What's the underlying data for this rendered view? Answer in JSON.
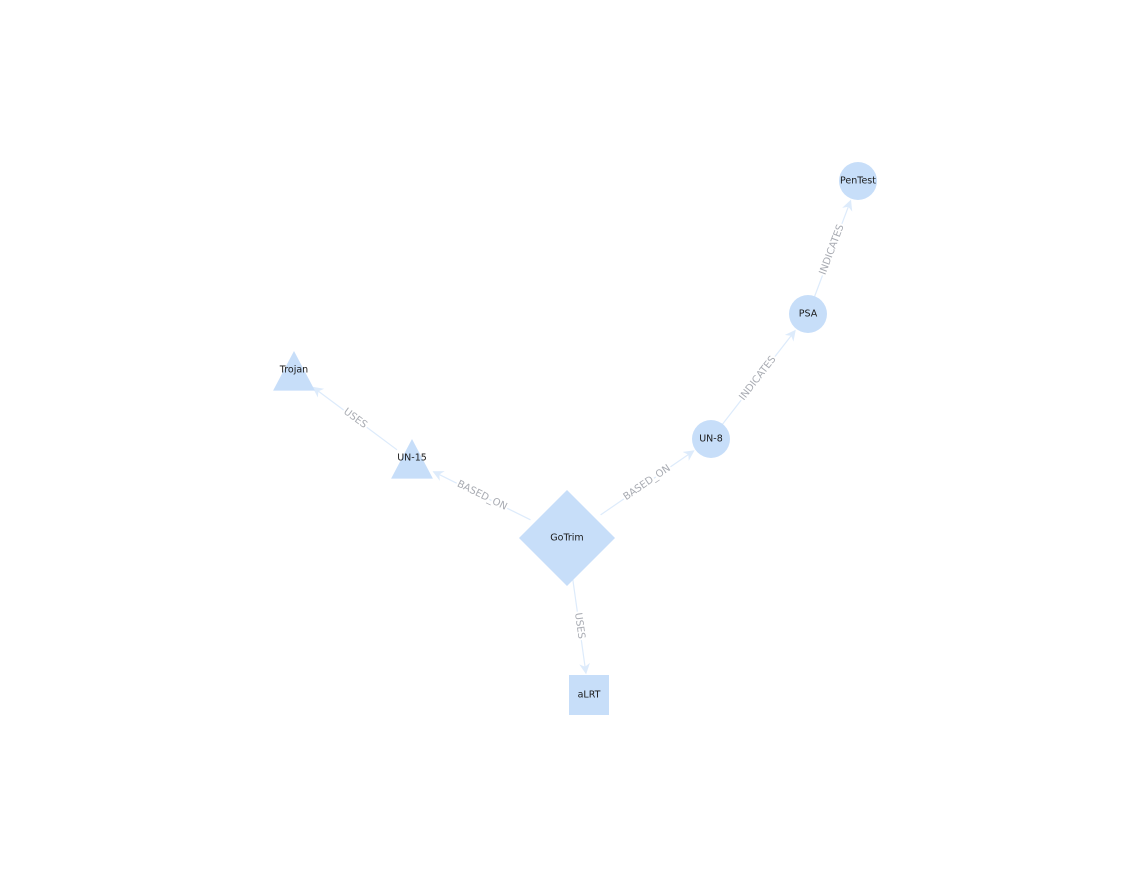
{
  "colors": {
    "node_fill": "#c7def9",
    "edge": "#ddebfb",
    "edge_label": "#a8abb2",
    "node_text": "#1a1a1a",
    "background": "#ffffff"
  },
  "nodes": [
    {
      "id": "gotrim",
      "label": "GoTrim",
      "shape": "diamond"
    },
    {
      "id": "un15",
      "label": "UN-15",
      "shape": "triangle"
    },
    {
      "id": "trojan",
      "label": "Trojan",
      "shape": "triangle"
    },
    {
      "id": "un8",
      "label": "UN-8",
      "shape": "circle"
    },
    {
      "id": "psa",
      "label": "PSA",
      "shape": "circle"
    },
    {
      "id": "pentest",
      "label": "PenTest",
      "shape": "circle"
    },
    {
      "id": "alrt",
      "label": "aLRT",
      "shape": "square"
    }
  ],
  "edges": [
    {
      "from": "gotrim",
      "to": "un15",
      "label": "BASED_ON"
    },
    {
      "from": "un15",
      "to": "trojan",
      "label": "USES"
    },
    {
      "from": "gotrim",
      "to": "un8",
      "label": "BASED_ON"
    },
    {
      "from": "un8",
      "to": "psa",
      "label": "INDICATES"
    },
    {
      "from": "psa",
      "to": "pentest",
      "label": "INDICATES"
    },
    {
      "from": "gotrim",
      "to": "alrt",
      "label": "USES"
    }
  ]
}
